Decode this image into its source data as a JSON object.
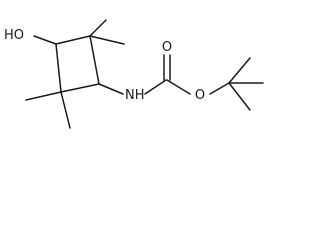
{
  "molecule": {
    "atom_labels": {
      "hydroxyl": "HO",
      "amine": "NH",
      "carbonyl_oxygen": "O",
      "ester_oxygen": "O"
    },
    "colors": {
      "ink": "#1a1a1a",
      "background": "#ffffff"
    }
  }
}
